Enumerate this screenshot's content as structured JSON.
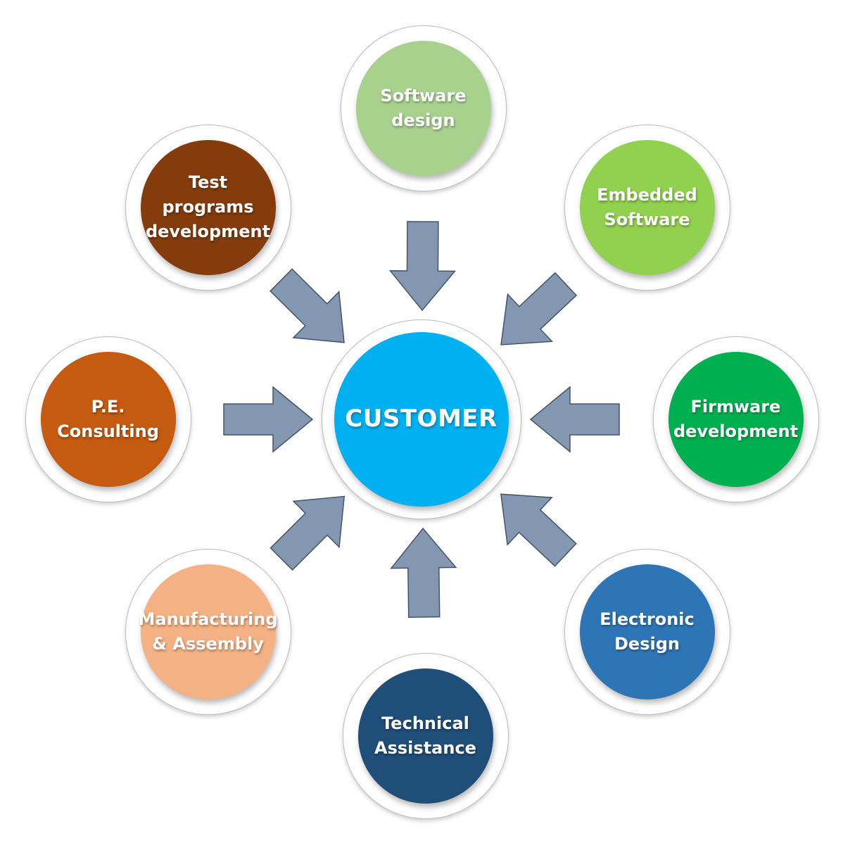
{
  "center": {
    "label": "CUSTOMER",
    "color": "#00b0f0"
  },
  "nodes": [
    {
      "id": "software-design",
      "label": "Software\ndesign",
      "color": "#a9d18e"
    },
    {
      "id": "embedded-software",
      "label": "Embedded\nSoftware",
      "color": "#92d050"
    },
    {
      "id": "firmware-development",
      "label": "Firmware\ndevelopment",
      "color": "#00b050"
    },
    {
      "id": "electronic-design",
      "label": "Electronic\nDesign",
      "color": "#2e75b6"
    },
    {
      "id": "technical-assistance",
      "label": "Technical\nAssistance",
      "color": "#1f4e79"
    },
    {
      "id": "manufacturing-assembly",
      "label": "Manufacturing\n& Assembly",
      "color": "#f4b183"
    },
    {
      "id": "pe-consulting",
      "label": "P.E.\nConsulting",
      "color": "#c55a11"
    },
    {
      "id": "test-programs-development",
      "label": "Test programs\ndevelopment",
      "color": "#843c0c"
    }
  ],
  "arrow_color": "#8497b0",
  "arrow_outline": "#44546a"
}
